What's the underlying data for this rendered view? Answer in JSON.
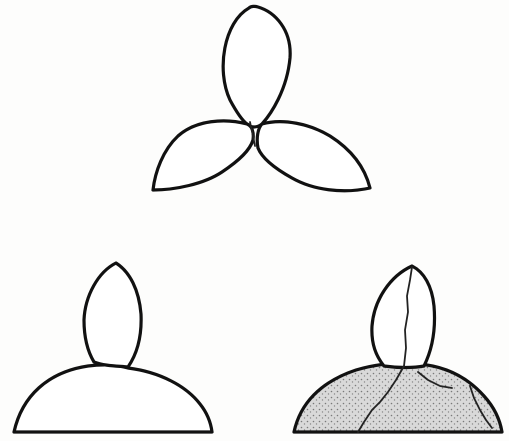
{
  "figure": {
    "panel_count": 3,
    "colors": {
      "line": "#111111",
      "fill": "#ffffff",
      "shade_fill": "#d9d9d9",
      "shade_dots": "#7a7a7a"
    },
    "shapes": [
      {
        "name": "three-lobed-seedling",
        "lobes": 3,
        "shaded": false
      },
      {
        "name": "seedling-on-mound",
        "lobes": 1,
        "shaded": false
      },
      {
        "name": "seedling-on-shaded-mound",
        "lobes": 1,
        "shaded": true
      }
    ]
  }
}
